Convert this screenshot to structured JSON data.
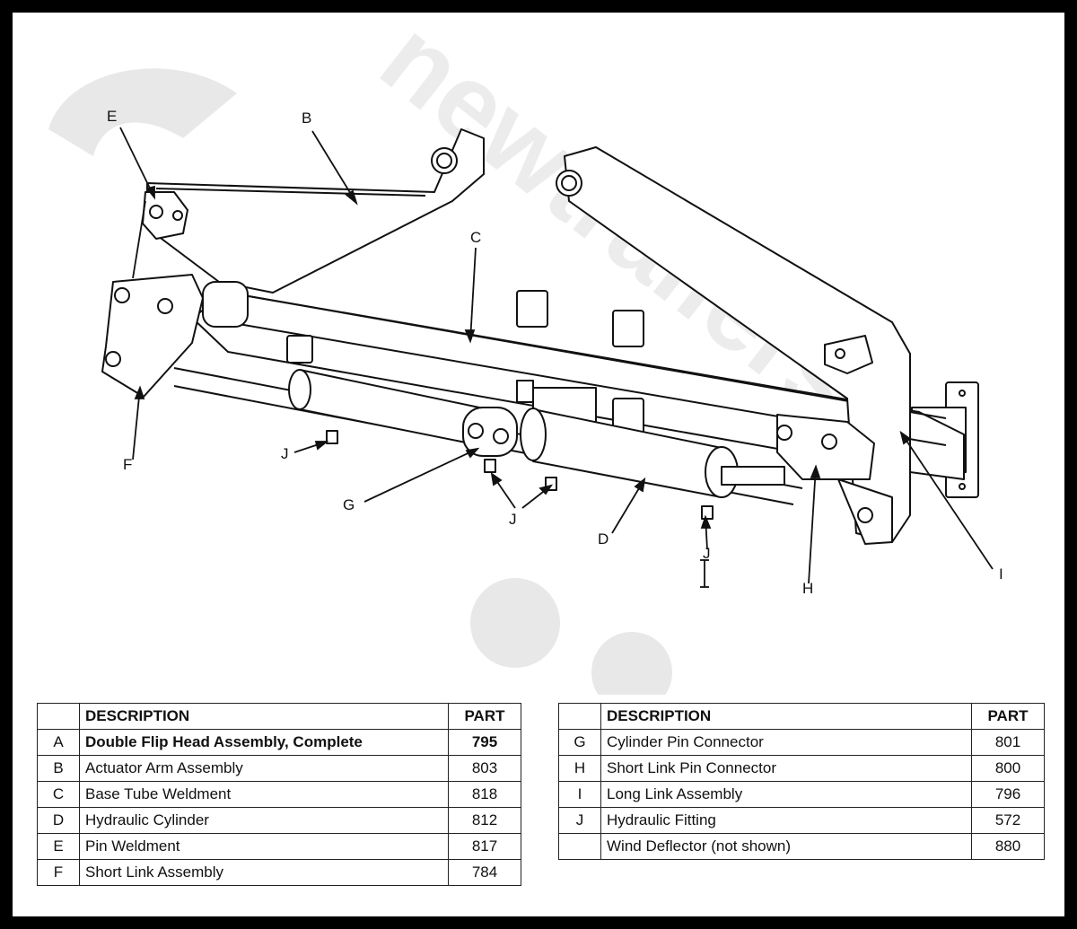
{
  "watermark": {
    "text": "newtrailers",
    "color": "#e6e6e6"
  },
  "callouts": {
    "A": "",
    "B": "B",
    "C": "C",
    "D": "D",
    "E": "E",
    "F": "F",
    "G": "G",
    "H": "H",
    "I": "I",
    "J": "J"
  },
  "tables": {
    "left": {
      "headers": {
        "key": "",
        "description": "DESCRIPTION",
        "part": "PART"
      },
      "rows": [
        {
          "key": "A",
          "description": "Double Flip Head Assembly, Complete",
          "part": "795",
          "bold": true
        },
        {
          "key": "B",
          "description": "Actuator Arm Assembly",
          "part": "803"
        },
        {
          "key": "C",
          "description": "Base Tube Weldment",
          "part": "818"
        },
        {
          "key": "D",
          "description": "Hydraulic Cylinder",
          "part": "812"
        },
        {
          "key": "E",
          "description": "Pin Weldment",
          "part": "817"
        },
        {
          "key": "F",
          "description": "Short Link Assembly",
          "part": "784"
        }
      ]
    },
    "right": {
      "headers": {
        "key": "",
        "description": "DESCRIPTION",
        "part": "PART"
      },
      "rows": [
        {
          "key": "G",
          "description": "Cylinder Pin Connector",
          "part": "801"
        },
        {
          "key": "H",
          "description": "Short Link Pin Connector",
          "part": "800"
        },
        {
          "key": "I",
          "description": "Long Link Assembly",
          "part": "796"
        },
        {
          "key": "J",
          "description": "Hydraulic Fitting",
          "part": "572"
        },
        {
          "key": "",
          "description": "Wind Deflector (not shown)",
          "part": "880"
        }
      ]
    }
  }
}
